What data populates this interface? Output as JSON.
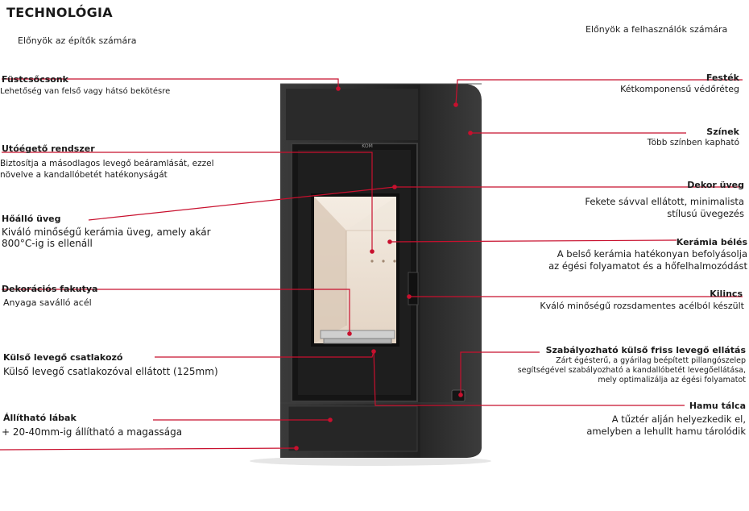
{
  "heading": "TECHNOLÓGIA",
  "builders_caption": "Előnyök az építők számára",
  "users_caption": "Előnyök a felhasználók számára",
  "stove_logo": "KOM",
  "colors": {
    "accent": "#c8102e",
    "stove_body": "#2b2b2b",
    "glass": "#1c1c1c",
    "ceramic": "#ece2d6"
  },
  "left_features": [
    {
      "title": "Füstcsőcsonk",
      "text": [
        "Lehetőség van felső vagy hátsó bekötésre"
      ]
    },
    {
      "title": "Utóégető rendszer",
      "text": [
        "Biztosítja a másodlagos levegő beáramlását, ezzel",
        "növelve a kandallóbetét hatékonyságát"
      ]
    },
    {
      "title": "Hőálló üveg",
      "text": [
        "Kiváló minőségű kerámia üveg, amely akár",
        "800°C-ig is ellenáll"
      ]
    },
    {
      "title": "Dekorációs fakutya",
      "text": [
        "Anyaga saválló acél"
      ]
    },
    {
      "title": "Külső levegő csatlakozó",
      "text": [
        "Külső levegő csatlakozóval ellátott (125mm)"
      ]
    },
    {
      "title": "Állítható lábak",
      "text": [
        "+ 20-40mm-ig állítható a magassága"
      ]
    }
  ],
  "right_features": [
    {
      "title": "Festék",
      "text": [
        "Kétkomponensű védőréteg"
      ]
    },
    {
      "title": "Színek",
      "text": [
        "Több színben kapható"
      ]
    },
    {
      "title": "Dekor üveg",
      "text": [
        "Fekete sávval ellátott, minimalista",
        "stílusú üvegezés"
      ]
    },
    {
      "title": "Kerámia bélés",
      "text": [
        "A belső kerámia hatékonyan befolyásolja",
        "az égési folyamatot és a hőfelhalmozódást"
      ]
    },
    {
      "title": "Kilincs",
      "text": [
        "Kváló minőségű rozsdamentes acélból készült"
      ]
    },
    {
      "title": "Szabályozható külső friss levegő ellátás",
      "text": [
        "Zárt égésterű, a gyárilag beépített pillangószelep",
        "segítségével szabályozható a kandallóbetét levegőellátása,",
        "mely optimalizálja az égési folyamatot"
      ]
    },
    {
      "title": "Hamu tálca",
      "text": [
        "A tűztér alján helyezkedik el,",
        "amelyben a lehullt hamu tárolódik"
      ]
    }
  ]
}
